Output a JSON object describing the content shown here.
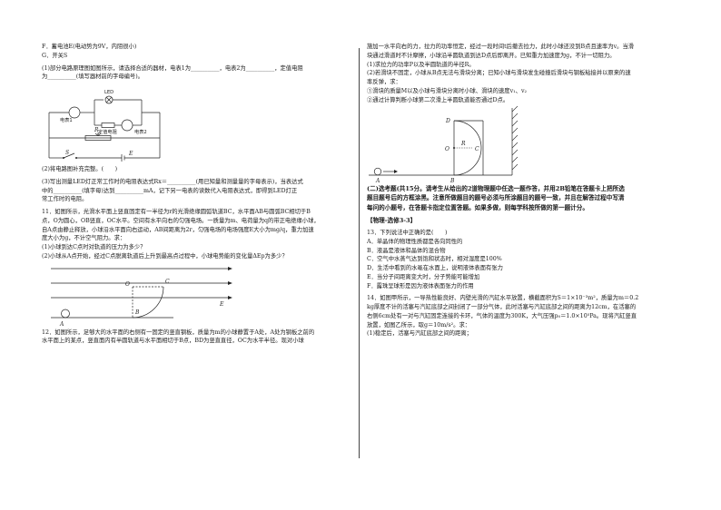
{
  "left": {
    "q6_lines": [
      "F．蓄电池E(电动势为9V，内阻很小)",
      "G．开关S",
      "(1)部分电路原理图如图所示，请选择合适的器材，电表1为__________，电表2为__________，定值电阻",
      "为__________(填写器材前的字母编号)。"
    ],
    "circuit1": {
      "led": "LED",
      "meter1": "电表1",
      "resistor": "定值电阻",
      "meter2": "电表2",
      "r": "R",
      "s": "S",
      "e": "E"
    },
    "q6_after": [
      "(2)将电路图补充完整。(　　)",
      "(3)写出测量LED灯正常工作时的电阻表达式Rx＝__________(用已知量和测量量的字母表示)，当表达式",
      "中的__________(填字母)达到__________mA，记下另一电表的读数代入电阻表达式，即得到LED灯正",
      "常工作时的电阻。"
    ],
    "q11_lines": [
      "11．如图所示，光滑水平面上竖直固定有一半径为r的光滑绝缘圆弧轨道BC，水平面AB与圆弧BC相切于B",
      "点，O为圆心，OB竖直，OC水平。空间有水平向右的匀强电场。一质量为m、电荷量为q的带正电绝缘小球，",
      "自A点由静止释放，小球沿水平面向右运动，AB间距离为2r，匀强电场的电场强度E大小为mg/q，重力加速",
      "度大小为g，不计空气阻力。求：",
      "(1)小球到达C点时对轨道的压力为多少？",
      "(2)小球从A点开始，经过C点脱离轨道后上升到最高点过程中，小球电势能的变化量ΔEp为多少？"
    ],
    "fig11": {
      "o": "O",
      "c": "C",
      "e": "E",
      "b": "B",
      "a": "A"
    },
    "q12_lines": [
      "12．如图所示，足够大的水平面的右侧有一固定的竖直钢板，质量为m的小球静置于A处，A处为钢板之前的",
      "水平面上的某点，竖直面内有半圆轨道与水平面相切于B点，BD为竖直直径，OC为水平半径。现对小球"
    ]
  },
  "right": {
    "q12_cont": [
      "施加一水平向右的力，拉力的功率恒定，经过一段时间t后撤去拉力，此时小球还没到B点且速率为v。当滑",
      "块通过滑道时不计摩擦，小球沿半圆轨道到达D点后即离开。已知重力加速度为g，不计一切阻力。",
      "(1)求拉力的功率P以及半圆轨道的半径R。",
      "(2)若滑块不固定，小球从B点无法与滑块分离；已知小球与滑块发生碰撞后滑块与钢板粘接并以原来的速",
      "率反弹，求：",
      "①滑块的质量M以及小球与滑块分离时小球、滑块的速度v₁、v₂",
      "②通过计算判断小球第二次滑上半圆轨道能否通过D点。"
    ],
    "fig12": {
      "d": "D",
      "o": "O",
      "r": "R",
      "c": "C",
      "a": "A",
      "b": "B"
    },
    "optional_lines": [
      "(二)选考题(共15分。请考生从给出的2道物理题中任选一题作答，并用2B铅笔在答题卡上把所选",
      "题目题号后的方框涂黑。注意所做题目的题号必须与所涂题目的题号一致，并且在解答过程中写清",
      "每问的小题号，在答题卡指定位置答题。如果多做，则每学科按所做的第一题计分。"
    ],
    "elective_title": "【物理-选修3-3】",
    "q13_lines": [
      "13．下列说法中正确的是(　　)",
      "A．单晶体的物理性质都是各向同性的",
      "B．液晶是液体和晶体的混合物",
      "C．空气中水蒸气达到饱和状态时，相对湿度是100%",
      "D．生活中看到的水黾在水面上，说明液体表面有张力",
      "E．当分子间距离变大时，分子势能可能增加",
      "F．露珠呈球形是因为液体表面张力的作用"
    ],
    "q14_lines": [
      "14．如图甲所示，一导热性能良好、内壁光滑的汽缸水平放置，横截面积为S＝1×10⁻³m²，质量为m＝0.2",
      "kg厚度不计的活塞与汽缸底部之间封闭了一部分气体，此时活塞与汽缸底部之间的距离为12cm，在活塞的",
      "右侧6cm处有一对与汽缸固定连接的卡环，气体的温度为300K，大气压强p₀＝1.0×10⁵Pa。现将汽缸竖直",
      "放置，如图乙所示，取g＝10m/s²。求：",
      "(1)稳定后，活塞与汽缸底部之间的距离；"
    ]
  }
}
